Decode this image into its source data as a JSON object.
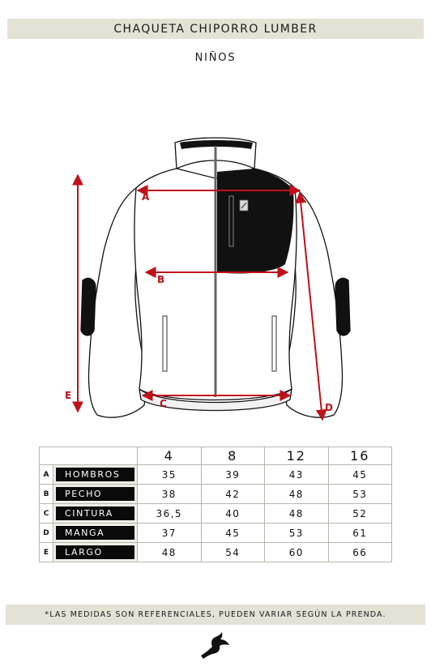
{
  "header": {
    "title": "CHAQUETA CHIPORRO LUMBER",
    "subtitle": "NIÑOS"
  },
  "diagram": {
    "icons": [
      "jacket-outline",
      "zipper-pull-icon",
      "dimension-arrow-icon"
    ],
    "measure_letters": [
      "A",
      "B",
      "C",
      "D",
      "E"
    ],
    "colors": {
      "arrows": "#c0101a",
      "jacket_panel": "#111111"
    }
  },
  "table": {
    "sizes": [
      "4",
      "8",
      "12",
      "16"
    ],
    "rows": [
      {
        "letter": "A",
        "label": "HOMBROS",
        "values": [
          "35",
          "39",
          "43",
          "45"
        ]
      },
      {
        "letter": "B",
        "label": "PECHO",
        "values": [
          "38",
          "42",
          "48",
          "53"
        ]
      },
      {
        "letter": "C",
        "label": "CINTURA",
        "values": [
          "36,5",
          "40",
          "48",
          "52"
        ]
      },
      {
        "letter": "D",
        "label": "MANGA",
        "values": [
          "37",
          "45",
          "53",
          "61"
        ]
      },
      {
        "letter": "E",
        "label": "LARGO",
        "values": [
          "48",
          "54",
          "60",
          "66"
        ]
      }
    ]
  },
  "footer": {
    "note": "*LAS MEDIDAS SON REFERENCIALES, PUEDEN VARIAR SEGÚN LA PRENDA."
  },
  "logo": {
    "icon": "bird-logo-icon"
  }
}
